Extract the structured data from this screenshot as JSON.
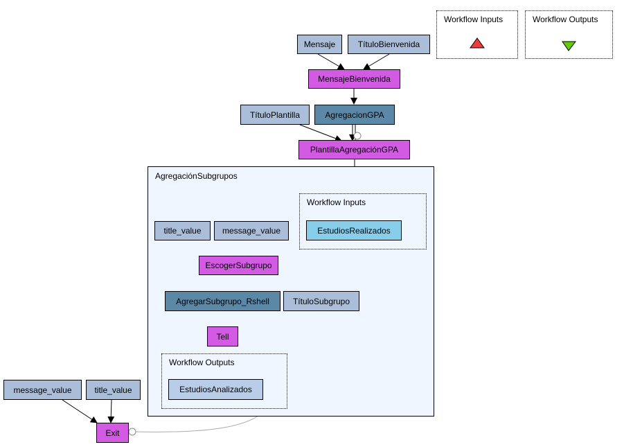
{
  "colors": {
    "constant": "#aabdd9",
    "processor": "#d35be4",
    "beanshell": "#5c88a8",
    "workflow_input_port": "#87ceeb",
    "workflow_output_port": "#b9cde8",
    "input_triangle": "#ef3b3b",
    "output_triangle": "#66cc00",
    "cluster_background": "#f0f6ff"
  },
  "top_inputs_box": {
    "label": "Workflow Inputs",
    "icon": "red-up-triangle"
  },
  "top_outputs_box": {
    "label": "Workflow Outputs",
    "icon": "green-down-triangle"
  },
  "nodes": {
    "mensaje": "Mensaje",
    "titulo_bienvenida": "TítuloBienvenida",
    "mensaje_bienvenida": "MensajeBienvenida",
    "titulo_plantilla": "TítuloPlantilla",
    "agregacion_gpa": "AgregacionGPA",
    "plantilla_agregacion_gpa": "PlantillaAgregaciónGPA",
    "title_value_inner": "title_value",
    "message_value_inner": "message_value",
    "escoger_subgrupo": "EscogerSubgrupo",
    "agregar_subgrupo_rshell": "AgregarSubgrupo_Rshell",
    "titulo_subgrupo": "TítuloSubgrupo",
    "tell": "Tell",
    "message_value_outer": "message_value",
    "title_value_outer": "title_value",
    "exit": "Exit"
  },
  "subworkflow": {
    "label": "AgregaciónSubgrupos",
    "inputs_label": "Workflow Inputs",
    "input_port": "EstudiosRealizados",
    "outputs_label": "Workflow Outputs",
    "output_port": "EstudiosAnalizados"
  }
}
